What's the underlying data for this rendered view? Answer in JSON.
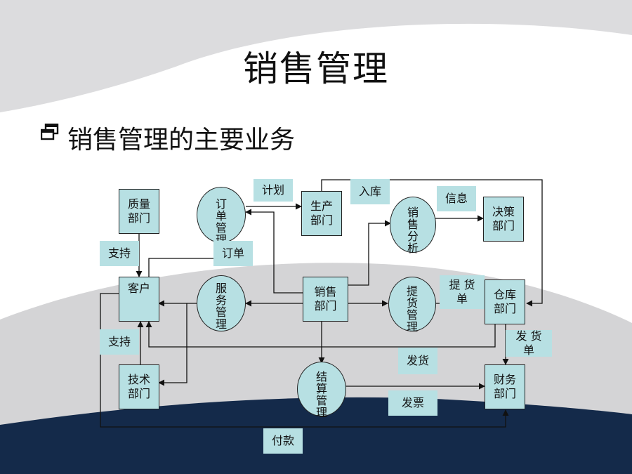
{
  "title": "销售管理",
  "bullet": "销售管理的主要业务",
  "colors": {
    "node_fill": "#b7e0e3",
    "band_gray": "#d6d6d8",
    "band_navy": "#142a4a"
  },
  "nodes": {
    "quality": "质量\n部门",
    "customer": "客户",
    "tech": "技术\n部门",
    "production": "生产\n部门",
    "sales": "销售\n部门",
    "decision": "决策\n部门",
    "warehouse": "仓库\n部门",
    "finance": "财务\n部门"
  },
  "processes": {
    "order": [
      "订",
      "单",
      "管",
      "理"
    ],
    "service": [
      "服",
      "务",
      "管",
      "理"
    ],
    "analysis": [
      "销",
      "售",
      "分",
      "析"
    ],
    "pickup": [
      "提",
      "货",
      "管",
      "理"
    ],
    "settlement": [
      "结",
      "算",
      "管",
      "理"
    ]
  },
  "flows": {
    "plan": "计划",
    "storage": "入库",
    "info": "信息",
    "support_top": "支持",
    "order_form": "订单",
    "pickup_note": "提 货\n单",
    "support_bottom": "支持",
    "delivery_note": "发 货\n单",
    "delivery": "发货",
    "invoice": "发票",
    "payment": "付款"
  }
}
